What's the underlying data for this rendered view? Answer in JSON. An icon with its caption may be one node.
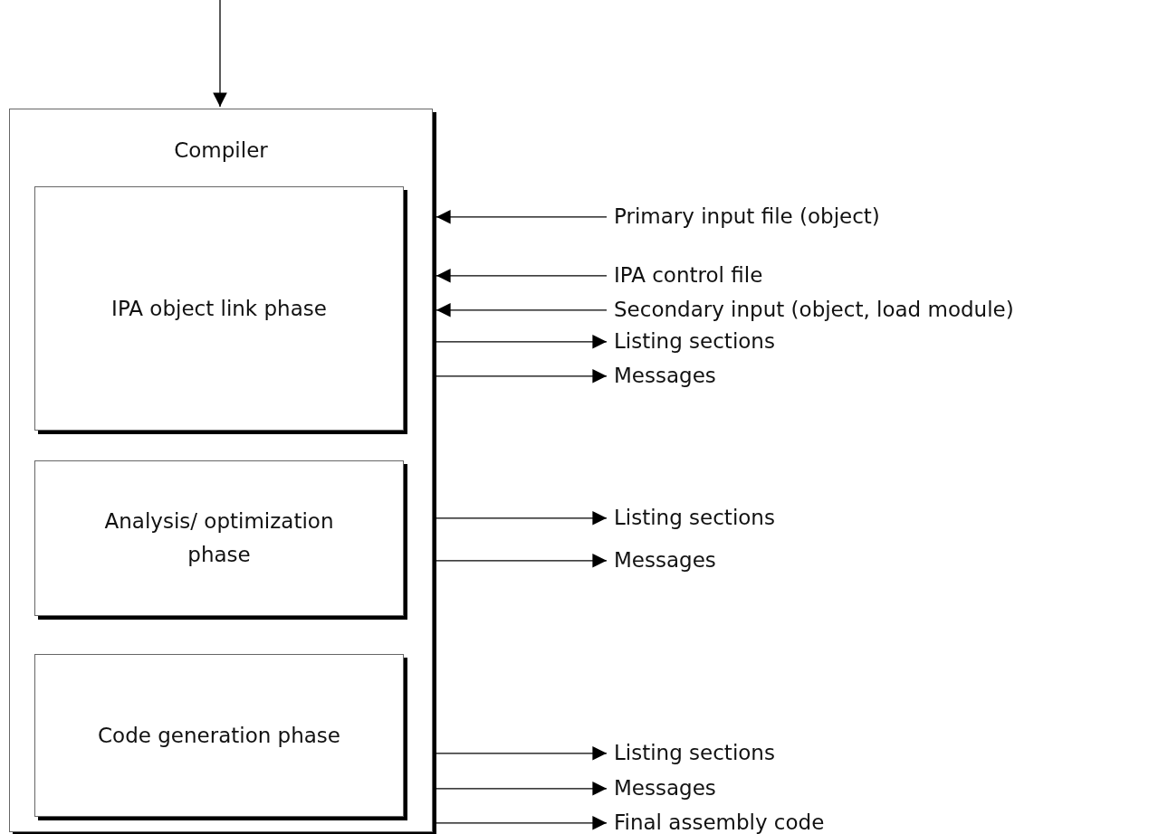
{
  "diagram": {
    "nodes": [
      {
        "text": [
          "Compiler"
        ]
      },
      {
        "text": [
          "IPA object link phase"
        ],
        "in": 0
      },
      {
        "text": [
          "Analysis/ optimization phase"
        ],
        "in": 0
      },
      {
        "text": [
          "Code generation phase"
        ],
        "in": 0
      },
      {
        "text": [
          "Primary input file (object)"
        ]
      },
      {
        "text": [
          "IPA control file"
        ]
      },
      {
        "text": [
          "Secondary input (object, load module)"
        ]
      },
      {
        "text": [
          "Listing sections"
        ]
      },
      {
        "text": [
          "Messages"
        ]
      },
      {
        "text": [
          "Listing sections"
        ]
      },
      {
        "text": [
          "Messages"
        ]
      },
      {
        "text": [
          "Listing sections"
        ]
      },
      {
        "text": [
          "Messages"
        ]
      },
      {
        "text": [
          "Final assembly code"
        ]
      }
    ],
    "edges": [
      {
        "from": null,
        "to": 0,
        "arrow": "to"
      },
      {
        "from": 4,
        "to": 0,
        "arrow": "to"
      },
      {
        "from": 5,
        "to": 0,
        "arrow": "to"
      },
      {
        "from": 6,
        "to": 0,
        "arrow": "to"
      },
      {
        "from": 0,
        "to": 7,
        "arrow": "to"
      },
      {
        "from": 0,
        "to": 8,
        "arrow": "to"
      },
      {
        "from": 0,
        "to": 9,
        "arrow": "to"
      },
      {
        "from": 0,
        "to": 10,
        "arrow": "to"
      },
      {
        "from": 0,
        "to": 11,
        "arrow": "to"
      },
      {
        "from": 0,
        "to": 12,
        "arrow": "to"
      },
      {
        "from": 0,
        "to": 13,
        "arrow": "to"
      }
    ]
  }
}
